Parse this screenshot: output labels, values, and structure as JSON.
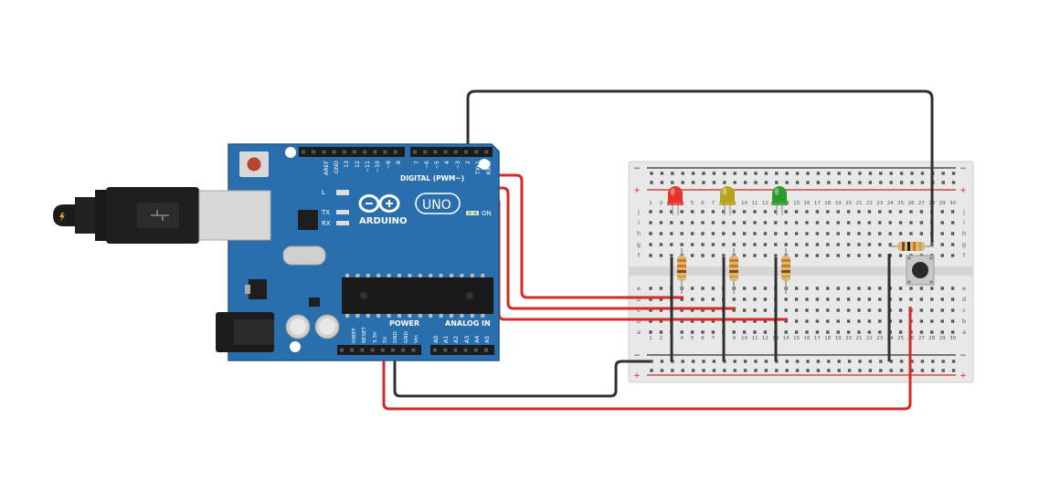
{
  "arduino": {
    "logo_text": "ARDUINO",
    "model_text": "UNO",
    "digital_header": "DIGITAL (PWM~)",
    "power_label": "POWER",
    "analog_label": "ANALOG IN",
    "on_label": "ON",
    "l_label": "L",
    "tx_label": "TX",
    "rx_label": "RX",
    "top_pins": [
      "AREF",
      "GND",
      "13",
      "12",
      "~11",
      "~10",
      "~9",
      "8",
      "7",
      "~6",
      "~5",
      "4",
      "~3",
      "2",
      "TX▸1",
      "RX◂0"
    ],
    "power_pins": [
      "IOREF",
      "RESET",
      "3.3V",
      "5V",
      "GND",
      "GND",
      "Vin"
    ],
    "analog_pins": [
      "A0",
      "A1",
      "A2",
      "A3",
      "A4",
      "A5"
    ]
  },
  "breadboard": {
    "column_numbers": [
      "1",
      "2",
      "3",
      "4",
      "5",
      "6",
      "7",
      "8",
      "9",
      "10",
      "11",
      "12",
      "13",
      "14",
      "15",
      "16",
      "17",
      "18",
      "19",
      "20",
      "21",
      "22",
      "23",
      "24",
      "25",
      "26",
      "27",
      "28",
      "29",
      "30"
    ],
    "top_row_letters": [
      "j",
      "i",
      "h",
      "g",
      "f"
    ],
    "bottom_row_letters": [
      "e",
      "d",
      "c",
      "b",
      "a"
    ],
    "rail_plus": "+",
    "rail_minus": "−"
  },
  "components": {
    "leds": [
      {
        "name": "led-red",
        "color": "#e8322a"
      },
      {
        "name": "led-yellow",
        "color": "#b8a31c"
      },
      {
        "name": "led-green",
        "color": "#2a9c2a"
      }
    ],
    "colors": {
      "board": "#2a6fad",
      "board_edge": "#1f5a8f",
      "wire_red": "#d42a2a",
      "wire_black": "#303030",
      "breadboard": "#e6e6e6"
    }
  }
}
